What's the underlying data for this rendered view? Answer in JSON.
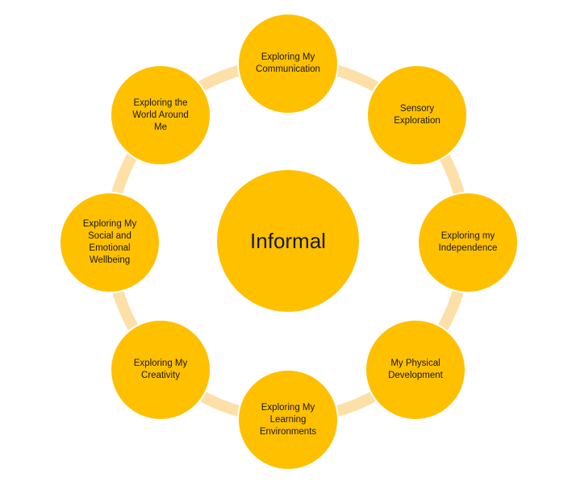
{
  "colors": {
    "node_fill": "#FFC000",
    "node_border": "#FFFFFF",
    "ring": "#FDDFA8"
  },
  "center": {
    "label": "Informal"
  },
  "outer_nodes": [
    {
      "id": "communication",
      "label": "Exploring My Communication"
    },
    {
      "id": "sensory",
      "label": "Sensory Exploration"
    },
    {
      "id": "independence",
      "label": "Exploring my Independence"
    },
    {
      "id": "physical",
      "label": "My Physical Development"
    },
    {
      "id": "learning",
      "label": "Exploring My Learning Environments"
    },
    {
      "id": "creativity",
      "label": "Exploring My Creativity"
    },
    {
      "id": "social",
      "label": "Exploring My Social and Emotional Wellbeing"
    },
    {
      "id": "world",
      "label": "Exploring the World Around Me"
    }
  ]
}
